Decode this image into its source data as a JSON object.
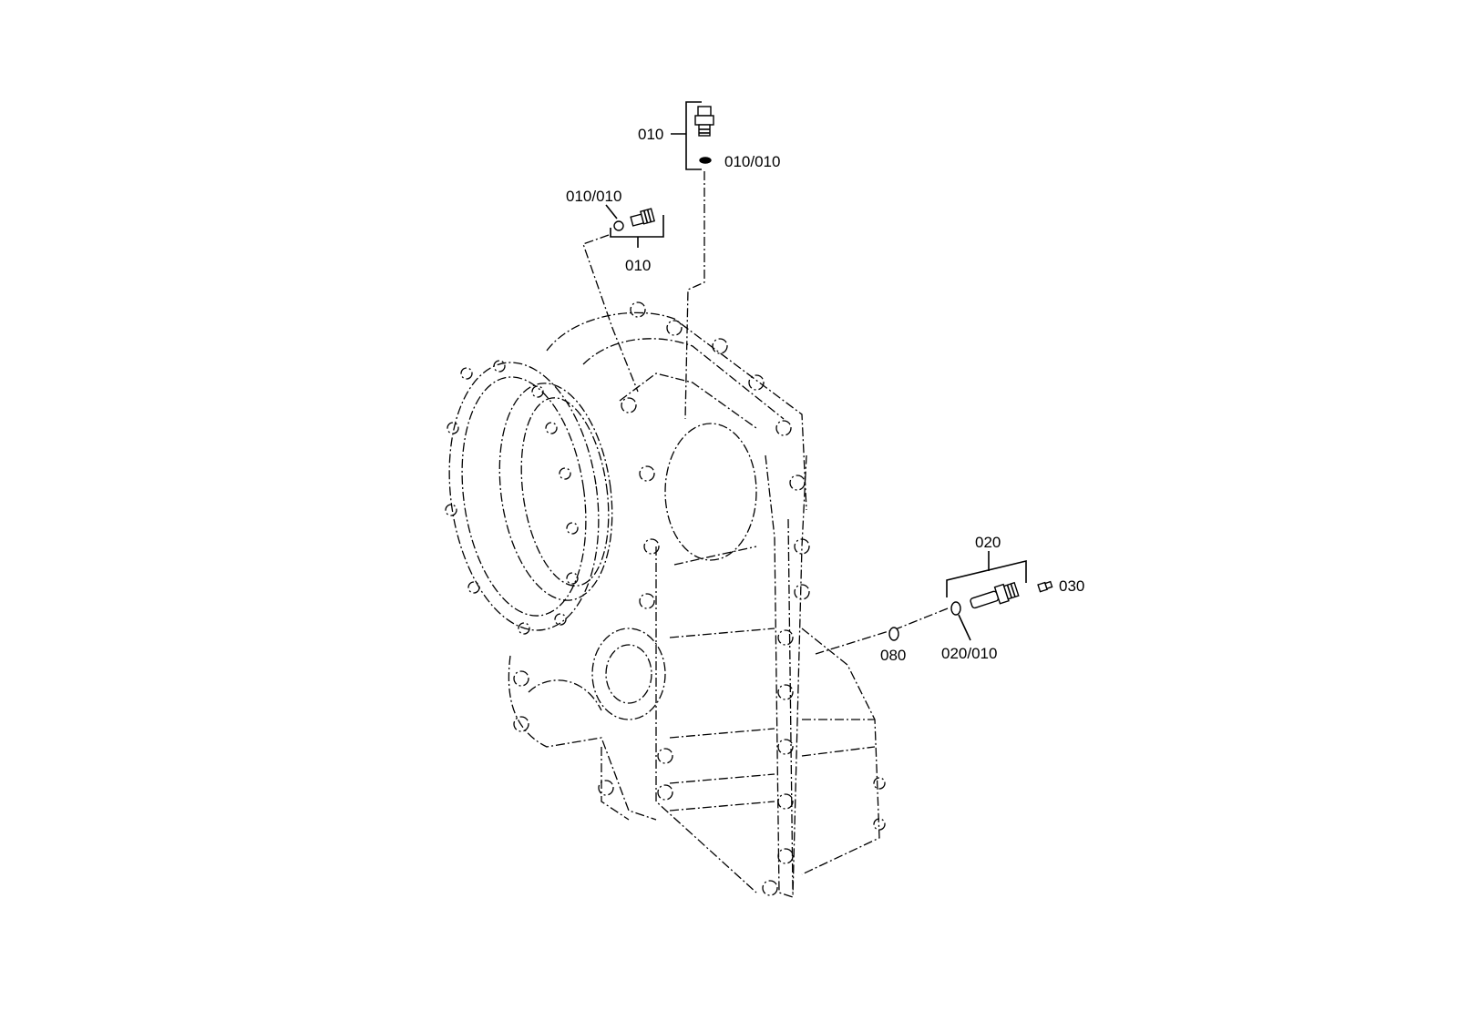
{
  "drawing": {
    "callouts": {
      "top_010": "010",
      "top_010_010": "010/010",
      "left_010_010": "010/010",
      "left_010": "010",
      "right_020": "020",
      "right_030": "030",
      "right_080": "080",
      "right_020_010": "020/010"
    },
    "line_color": "#000000",
    "background": "#ffffff"
  }
}
